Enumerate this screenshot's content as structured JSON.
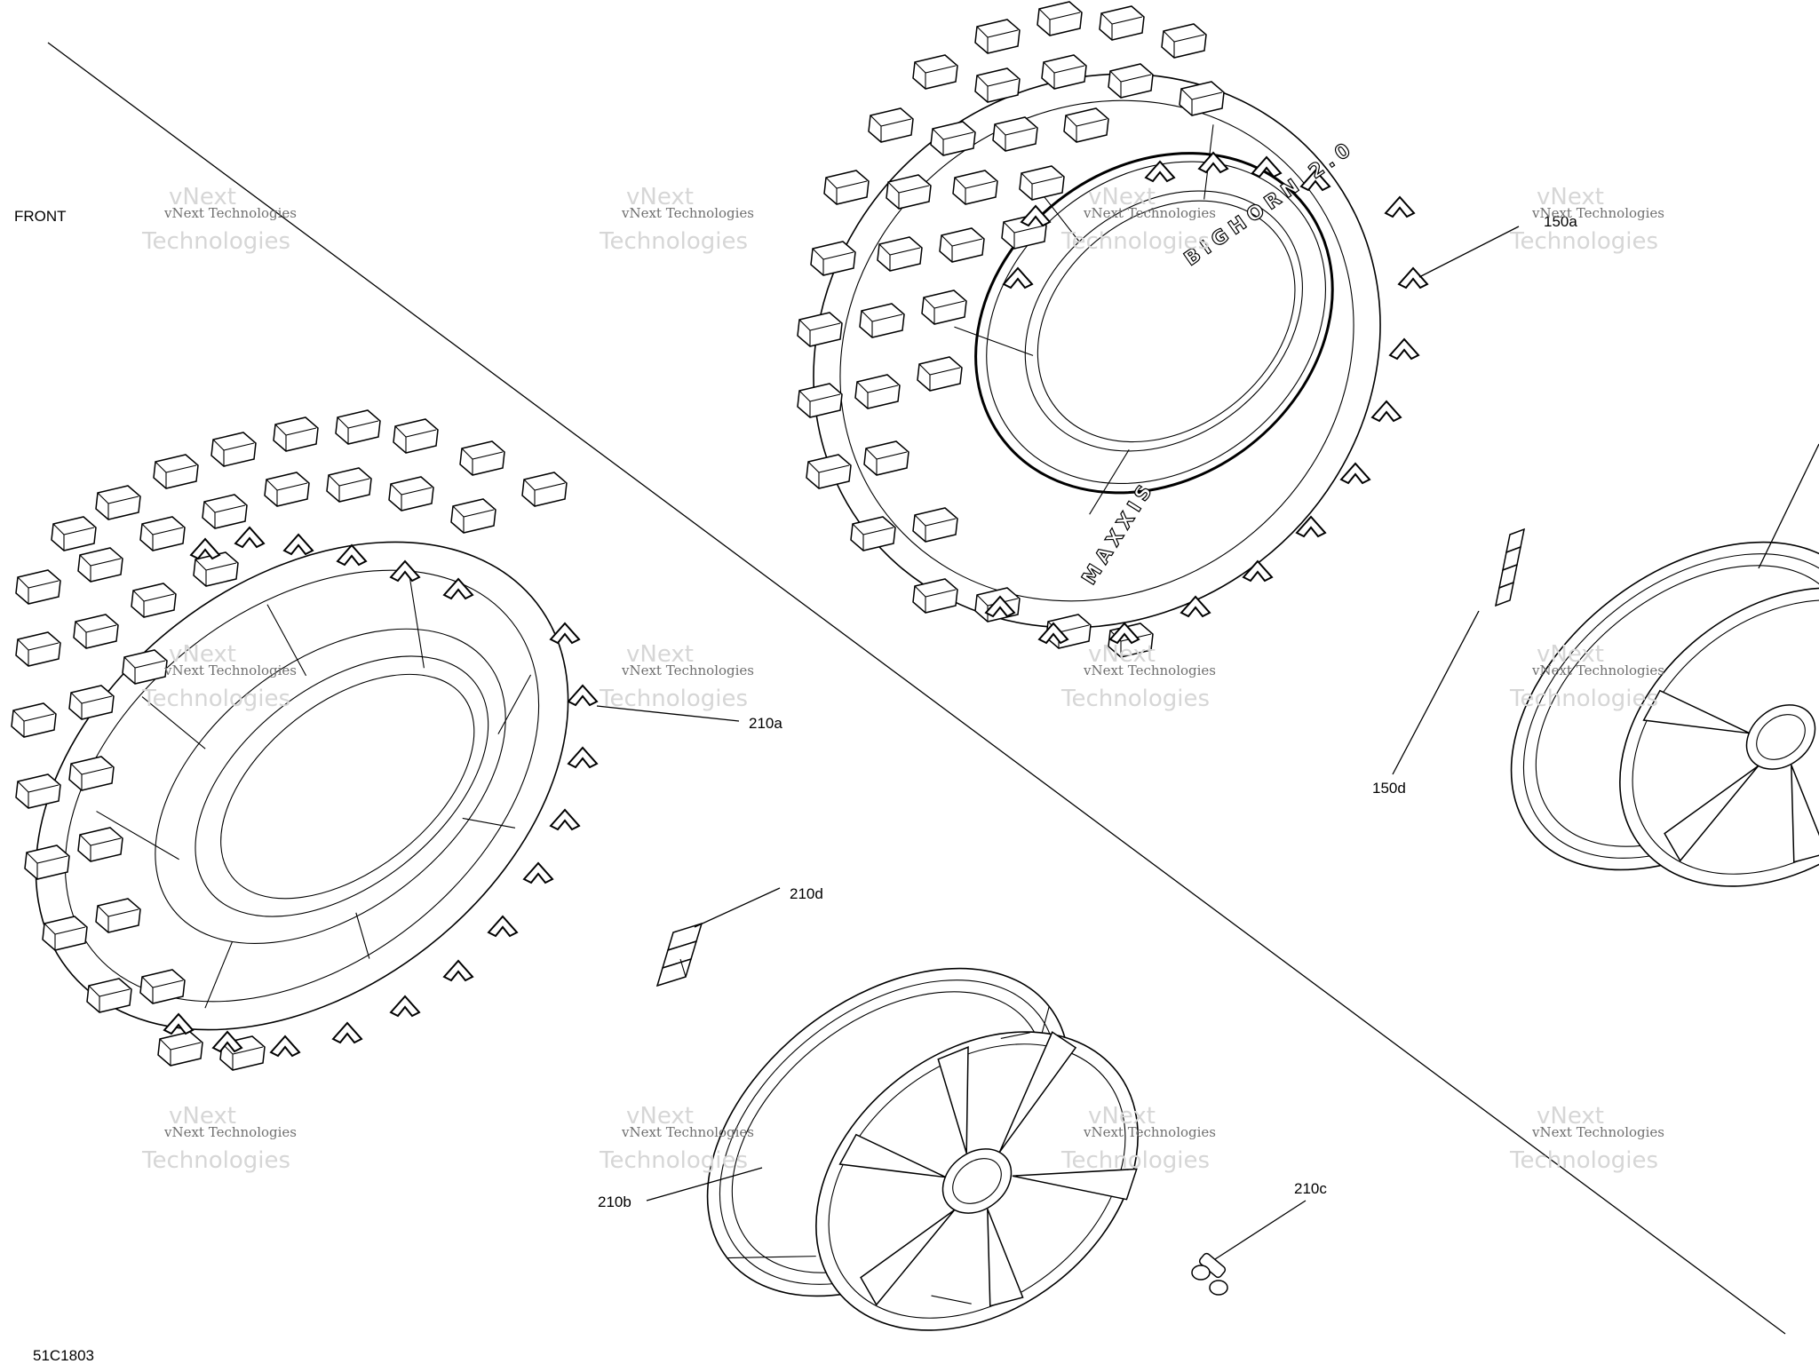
{
  "front_label": "FRONT",
  "drawing_number": "51C1803",
  "callouts": {
    "c150a": "150a",
    "c150d": "150d",
    "c210a": "210a",
    "c210b": "210b",
    "c210c": "210c",
    "c210d": "210d"
  },
  "sidewall_text": {
    "brand": "MAXXIS",
    "model": "BIGHORN 2.0"
  },
  "watermark": {
    "line1": "vNext Technologies",
    "line2": "vNext",
    "line3": "Technologies"
  }
}
